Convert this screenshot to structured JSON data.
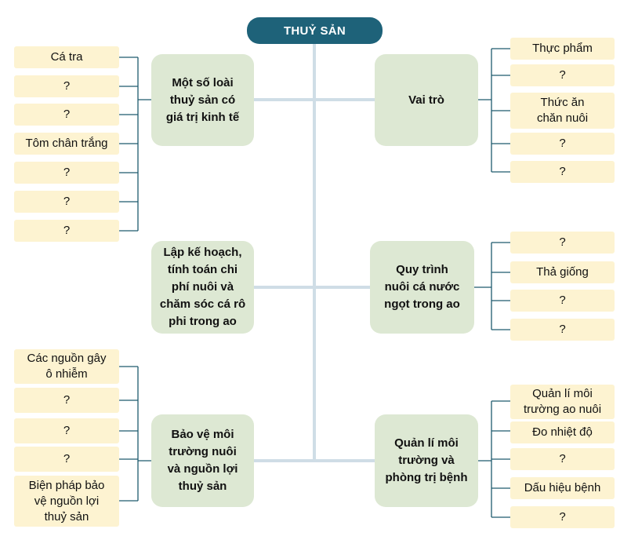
{
  "root": {
    "title": "THUỶ SẢN"
  },
  "topics": {
    "t1": {
      "label": "Một số loài\nthuỷ sản có\ngiá trị kinh tế"
    },
    "t2": {
      "label": "Vai trò"
    },
    "t3": {
      "label": "Lập kế hoạch,\ntính toán chi\nphí nuôi và\nchăm sóc cá rô\nphi trong ao"
    },
    "t4": {
      "label": "Quy trình\nnuôi cá nước\nngọt trong ao"
    },
    "t5": {
      "label": "Bảo vệ môi\ntrường nuôi\nvà nguồn lợi\nthuỷ sản"
    },
    "t6": {
      "label": "Quản lí môi\ntrường và\nphòng trị bệnh"
    }
  },
  "leaves": {
    "t1": [
      "Cá tra",
      "?",
      "?",
      "Tôm chân trắng",
      "?",
      "?",
      "?"
    ],
    "t2": [
      "Thực phẩm",
      "?",
      "Thức ăn\nchăn nuôi",
      "?",
      "?"
    ],
    "t4": [
      "?",
      "Thả giống",
      "?",
      "?"
    ],
    "t5": [
      "Các nguồn gây\nô nhiễm",
      "?",
      "?",
      "?",
      "Biện pháp bảo\nvệ nguồn lợi\nthuỷ sản"
    ],
    "t6": [
      "Quản lí môi\ntrường ao nuôi",
      "Đo nhiệt độ",
      "?",
      "Dấu hiệu bệnh",
      "?"
    ]
  },
  "colors": {
    "root": "#1e6279",
    "topic": "#dde8d3",
    "leaf": "#fdf3d1",
    "trunk": "#cfdde6",
    "connector": "#1e5a6e"
  }
}
